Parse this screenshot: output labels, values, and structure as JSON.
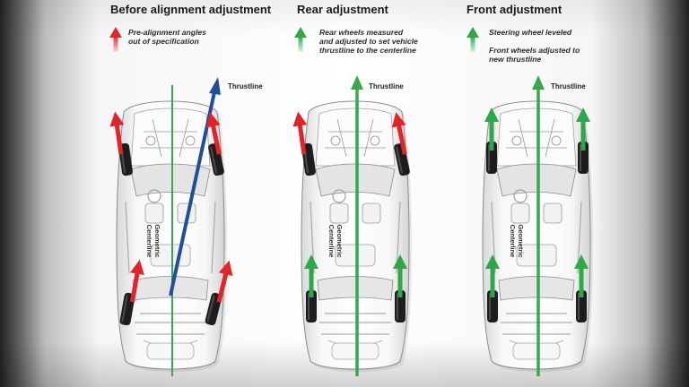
{
  "panels": [
    {
      "title": "Before alignment adjustment",
      "notes": [
        {
          "text": "Pre-alignment angles\nout of specification",
          "color": "#e0242a"
        }
      ],
      "thrustline_label": "Thrustline",
      "geometric_label": "Geometric\nCenterline"
    },
    {
      "title": "Rear adjustment",
      "notes": [
        {
          "text": "Rear wheels measured\nand adjusted to set vehicle\nthrustline to the centerline",
          "color": "#2aa84a"
        }
      ],
      "thrustline_label": "Thrustline",
      "geometric_label": "Geometric\nCenterline"
    },
    {
      "title": "Front adjustment",
      "notes": [
        {
          "text": "Steering wheel leveled",
          "color": "#2aa84a"
        },
        {
          "text": "Front wheels adjusted to\nnew thrustline",
          "color": "#2aa84a"
        }
      ],
      "thrustline_label": "Thrustline",
      "geometric_label": "Geometric\nCenterline"
    }
  ],
  "colors": {
    "red_arrow": "#e0242a",
    "green_arrow": "#2aa84a",
    "blue_arrow": "#1f4e9a",
    "centerline": "#35a84f"
  }
}
